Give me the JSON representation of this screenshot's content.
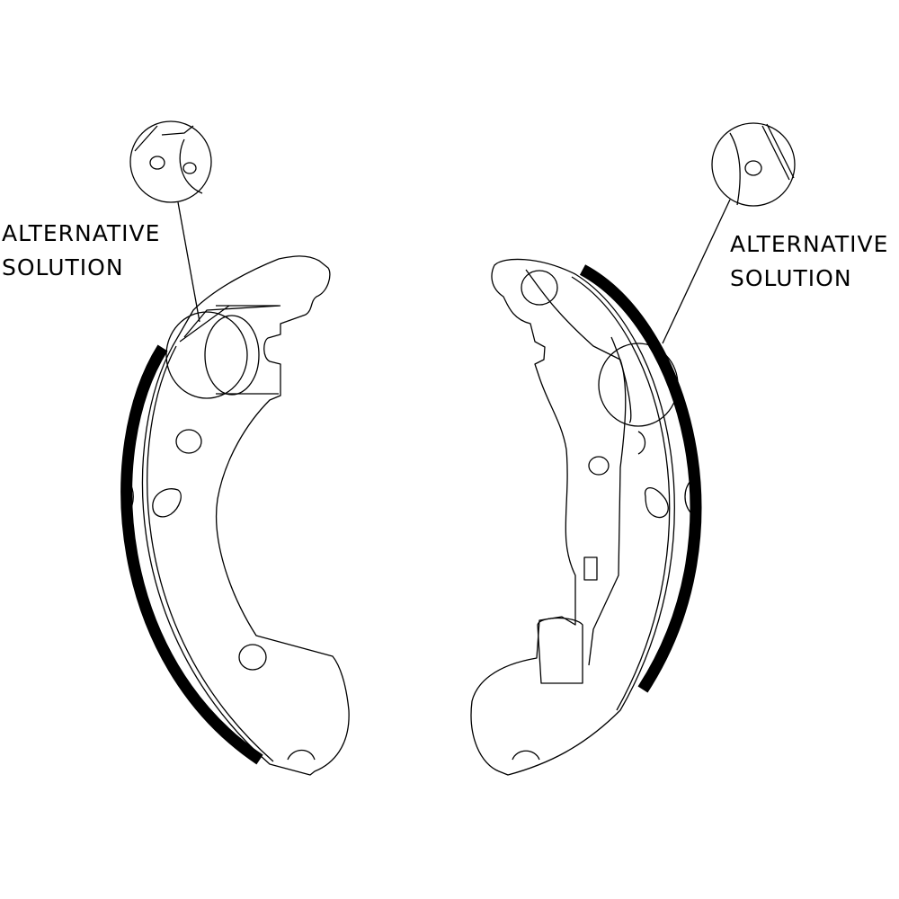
{
  "left_callout": {
    "line1": "ALTERNATIVE",
    "line2": "SOLUTION"
  },
  "right_callout": {
    "line1": "ALTERNATIVE",
    "line2": "SOLUTION"
  },
  "colors": {
    "line": "#000000",
    "background": "#ffffff"
  }
}
